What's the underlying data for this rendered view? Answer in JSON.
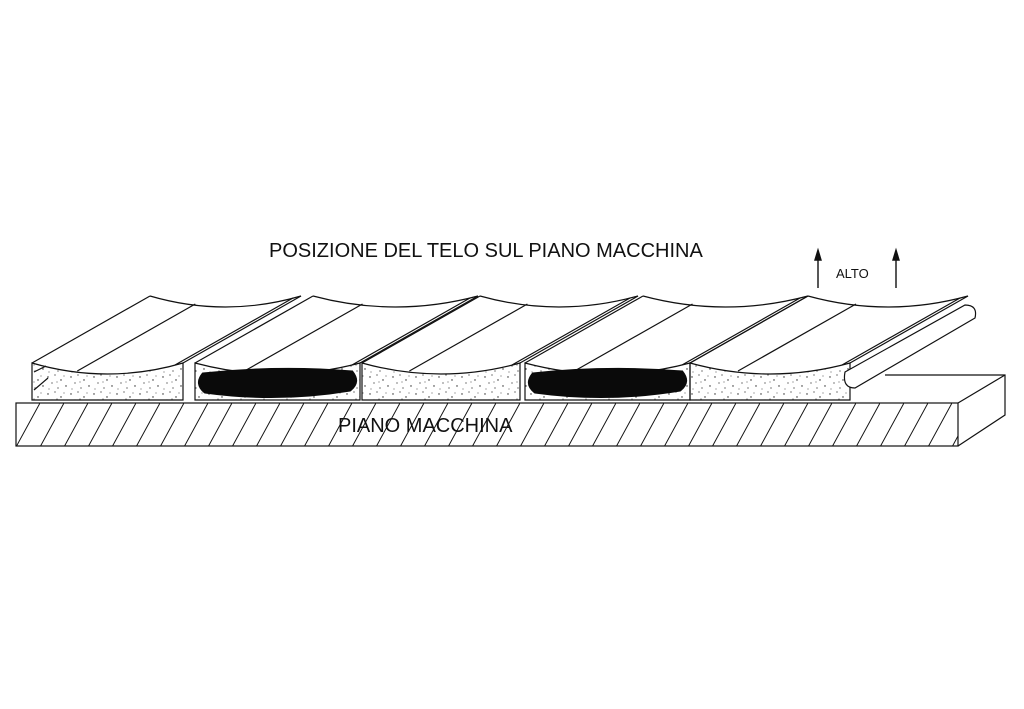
{
  "diagram": {
    "title": "POSIZIONE DEL TELO SUL PIANO MACCHINA",
    "up_label": "ALTO",
    "plate_label": "PIANO MACCHINA",
    "colors": {
      "line": "#111111",
      "cloth": "#0a0a0a",
      "background": "#ffffff"
    }
  }
}
